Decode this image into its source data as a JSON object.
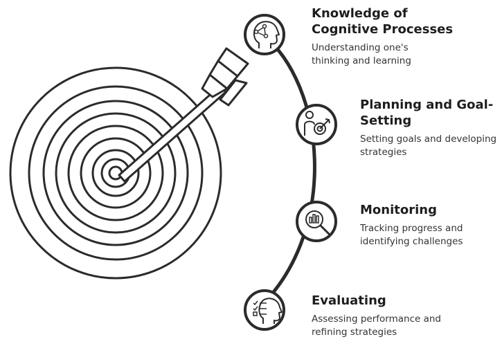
{
  "steps": [
    {
      "title": "Knowledge of\nCognitive Processes",
      "description": "Understanding one's\nthinking and learning",
      "icon": "head-network-icon"
    },
    {
      "title": "Planning and Goal-\nSetting",
      "description": "Setting goals and developing\nstrategies",
      "icon": "person-target-icon"
    },
    {
      "title": "Monitoring",
      "description": "Tracking progress and\nidentifying challenges",
      "icon": "magnifier-chart-icon"
    },
    {
      "title": "Evaluating",
      "description": "Assessing performance and\nrefining strategies",
      "icon": "head-checklist-icon"
    }
  ],
  "colors": {
    "stroke": "#2b2b2b",
    "background": "#ffffff"
  }
}
